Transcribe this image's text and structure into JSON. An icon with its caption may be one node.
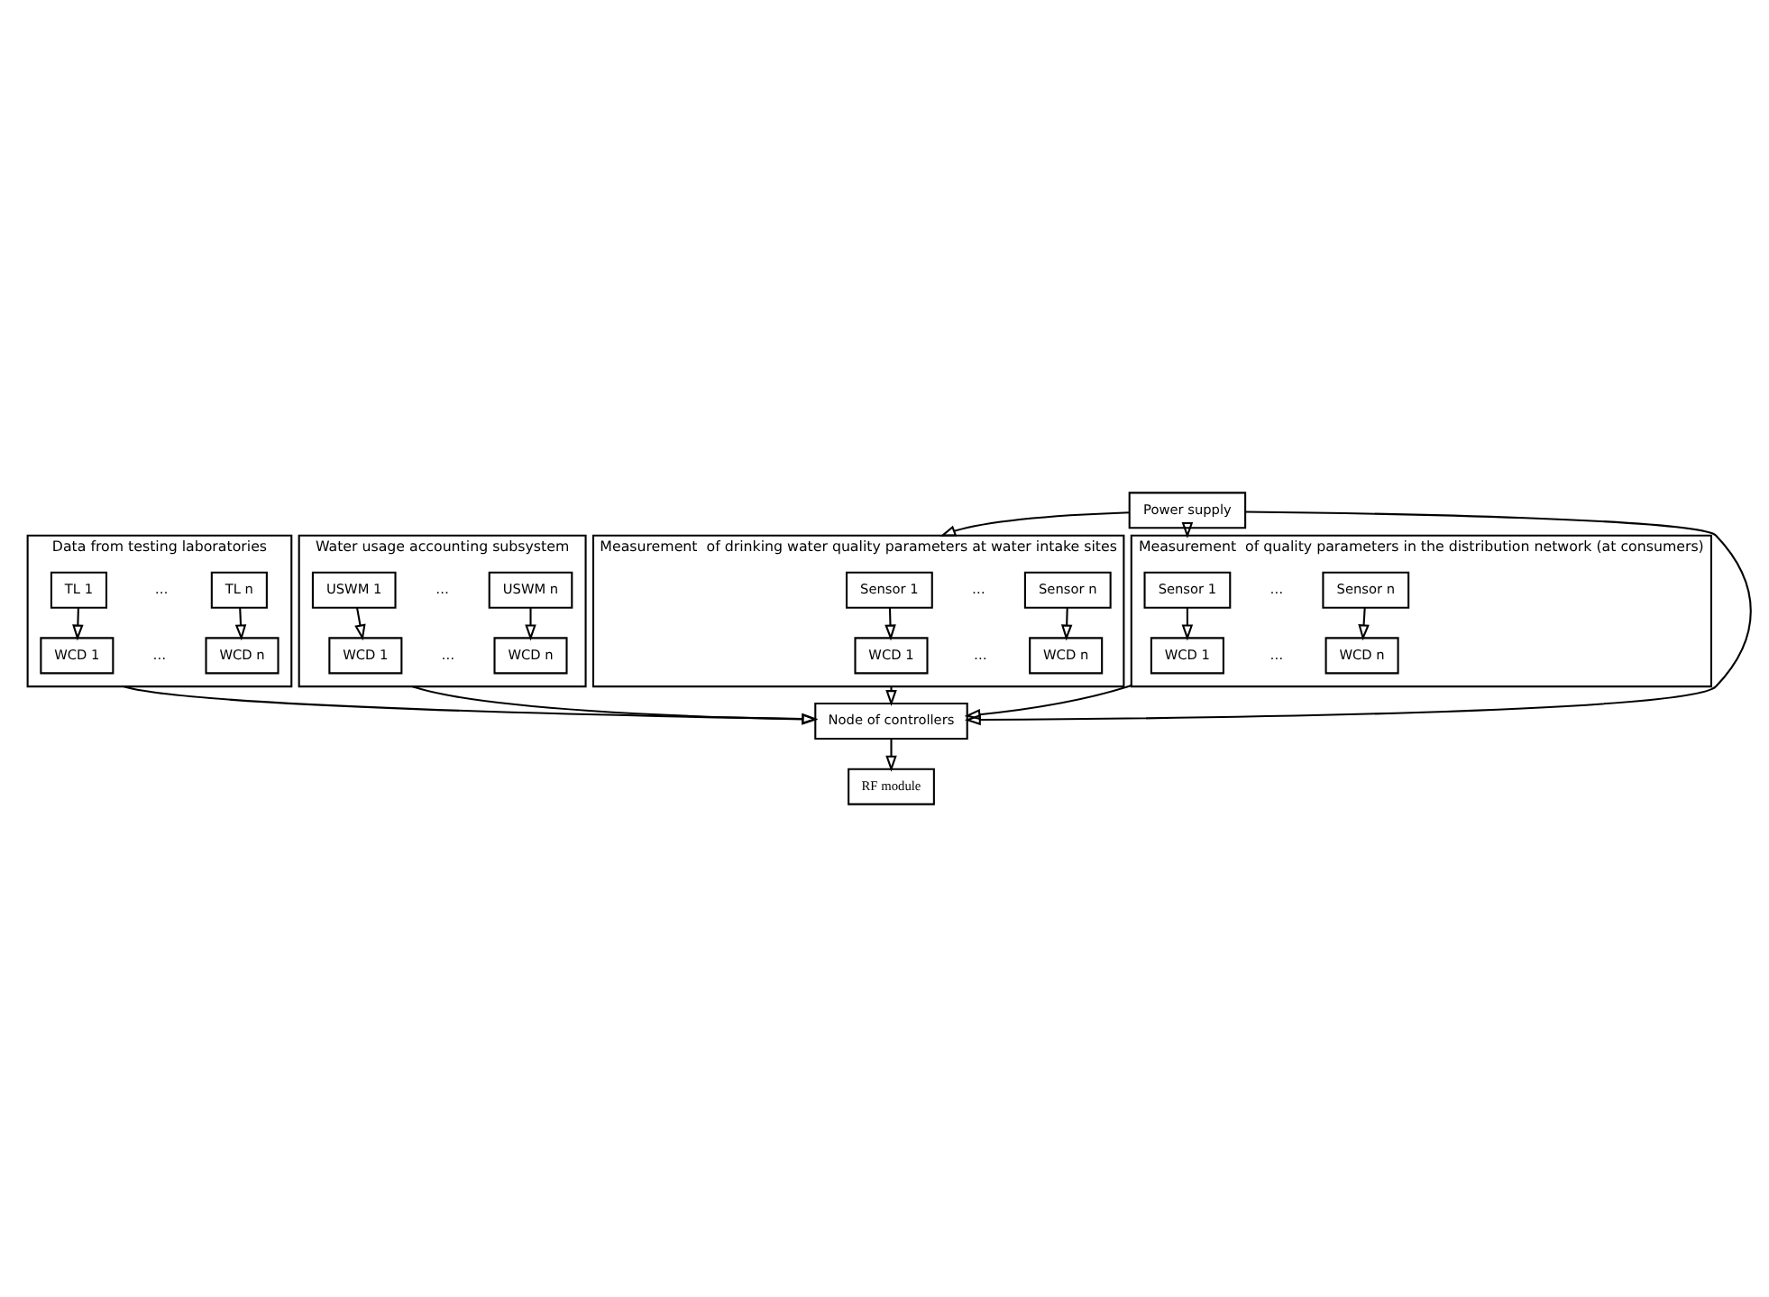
{
  "diagram": {
    "nodes": [
      {
        "text": [
          "RF module"
        ]
      },
      {
        "text": [
          "Data from testing laboratories"
        ]
      },
      {
        "text": [
          "WCD 1"
        ],
        "in": 1
      },
      {
        "text": [
          "WCD n"
        ],
        "in": 1
      },
      {
        "text": [
          "TL 1"
        ],
        "in": 1
      },
      {
        "text": [
          "TL n"
        ],
        "in": 1
      },
      {
        "text": [
          "Water usage accounting subsystem"
        ]
      },
      {
        "text": [
          "WCD 1"
        ],
        "in": 6
      },
      {
        "text": [
          "WCD n"
        ],
        "in": 6
      },
      {
        "text": [
          "USWM 1"
        ],
        "in": 6
      },
      {
        "text": [
          "USWM n"
        ],
        "in": 6
      },
      {
        "text": [
          "Node of controllers"
        ]
      },
      {
        "text": [
          "Measurement  of drinking water quality parameters at water intake sites"
        ]
      },
      {
        "text": [
          "WCD 1"
        ],
        "in": 12
      },
      {
        "text": [
          "WCD n"
        ],
        "in": 12
      },
      {
        "text": [
          "Sensor 1"
        ],
        "in": 12
      },
      {
        "text": [
          "Sensor n"
        ],
        "in": 12
      },
      {
        "text": [
          "Measurement  of quality parameters in the distribution network (at consumers)"
        ]
      },
      {
        "text": [
          "WCD 1"
        ],
        "in": 17
      },
      {
        "text": [
          "WCD n"
        ],
        "in": 17
      },
      {
        "text": [
          "Sensor 1"
        ],
        "in": 17
      },
      {
        "text": [
          "Sensor n"
        ],
        "in": 17
      },
      {
        "text": [
          "Power supply"
        ]
      }
    ],
    "edges": [
      {
        "from": 4,
        "to": 2,
        "arrow": "to"
      },
      {
        "from": 5,
        "to": 3,
        "arrow": "to"
      },
      {
        "from": 9,
        "to": 7,
        "arrow": "to"
      },
      {
        "from": 10,
        "to": 8,
        "arrow": "to"
      },
      {
        "from": 15,
        "to": 13,
        "arrow": "to"
      },
      {
        "from": 16,
        "to": 14,
        "arrow": "to"
      },
      {
        "from": 20,
        "to": 18,
        "arrow": "to"
      },
      {
        "from": 21,
        "to": 19,
        "arrow": "to"
      },
      {
        "from": 1,
        "to": 11,
        "arrow": "to"
      },
      {
        "from": 6,
        "to": 11,
        "arrow": "to"
      },
      {
        "from": 11,
        "to": 0,
        "arrow": "to"
      },
      {
        "from": 12,
        "to": 11,
        "arrow": "to"
      },
      {
        "from": 17,
        "to": 11,
        "arrow": "to"
      },
      {
        "from": 22,
        "to": 11,
        "arrow": "to"
      },
      {
        "from": 22,
        "to": 12,
        "arrow": "to"
      },
      {
        "from": 22,
        "to": 17,
        "arrow": "to"
      }
    ],
    "labels": [
      "…",
      "…",
      "…",
      "…",
      "…",
      "…",
      "…",
      "…"
    ]
  }
}
